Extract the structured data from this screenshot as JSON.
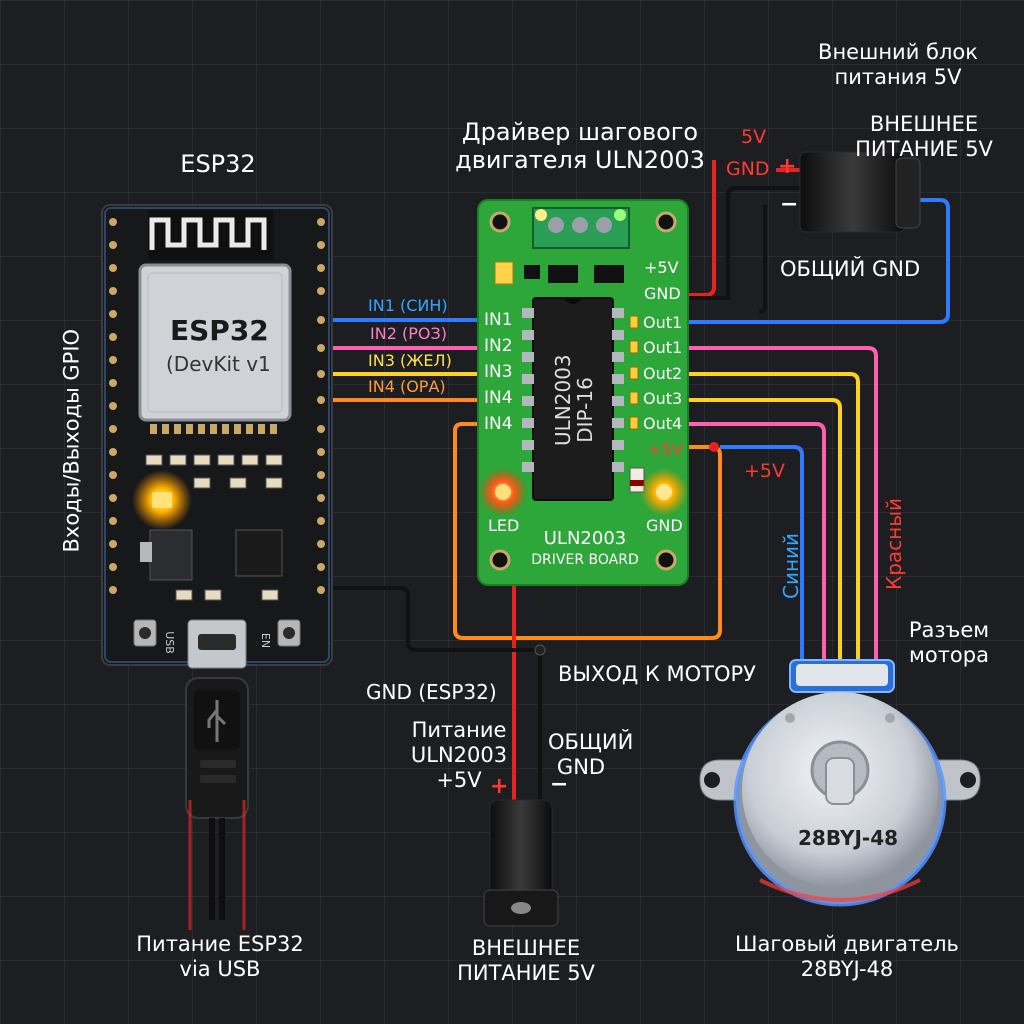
{
  "colors": {
    "background": "#1c1e22",
    "pcb_green": "#2da63a",
    "esp_board": "#17181a",
    "wire_blue": "#2e7bff",
    "wire_pink": "#ff5fb3",
    "wire_yellow": "#ffd21f",
    "wire_orange": "#ff8c1a",
    "wire_red": "#e8231f",
    "wire_black": "#111111"
  },
  "esp32": {
    "title": "ESP32",
    "chip_name": "ESP32",
    "chip_model": "(DevKit v1",
    "gpio_label": "Входы/Выходы GPIO",
    "usb_label": "USB",
    "button_label": "EN",
    "icons": [
      "wifi-antenna",
      "led",
      "chip",
      "push-button",
      "micro-usb-port"
    ]
  },
  "driver": {
    "title_line1": "Драйвер шагового",
    "title_line2": "двигателя ULN2003",
    "chip_line1": "ULN2003",
    "chip_line2": "DIP-16",
    "board_line1": "ULN2003",
    "board_line2": "DRIVER BOARD",
    "inputs": [
      "IN1",
      "IN2",
      "IN3",
      "IN4"
    ],
    "outputs": [
      "Out1",
      "Out1",
      "Out2",
      "Out3",
      "Out4"
    ],
    "plus5v": "+5V",
    "plus5v_top": "+5V",
    "gnd": "GND",
    "led": "LED",
    "gnd_bottom": "GND"
  },
  "wires": {
    "in1": "IN1 (СИН)",
    "in2": "IN2 (РОЗ)",
    "in3": "IN3 (ЖЕЛ)",
    "in4": "IN4 (ОРА)",
    "v5_red": "5V",
    "gnd_top": "GND",
    "plus_sign": "+",
    "minus_sign": "−",
    "plus5v_right": "+5V",
    "blue_label": "Синий",
    "red_label": "Красный"
  },
  "ext_power_top": {
    "title_line1": "Внешний блок",
    "title_line2": "питания 5V",
    "sub_line1": "ВНЕШНЕЕ",
    "sub_line2": "ПИТАНИЕ 5V",
    "common_gnd": "ОБЩИЙ GND"
  },
  "bottom": {
    "gnd_esp": "GND (ESP32)",
    "motor_out": "ВЫХОД К МОТОРУ",
    "uln_power_line1": "Питание",
    "uln_power_line2": "ULN2003",
    "uln_power_line3": "+5V",
    "plus": "+",
    "common_gnd_line1": "ОБЩИЙ",
    "common_gnd_line2": "GND",
    "minus": "−",
    "esp_power_line1": "Питание ESP32",
    "esp_power_line2": "via USB",
    "ext_power_line1": "ВНЕШНЕЕ",
    "ext_power_line2": "ПИТАНИЕ 5V"
  },
  "motor": {
    "connector": "Разъем",
    "connector2": "мотора",
    "model": "28BYJ-48",
    "title_line1": "Шаговый двигатель",
    "title_line2": "28BYJ-48"
  }
}
